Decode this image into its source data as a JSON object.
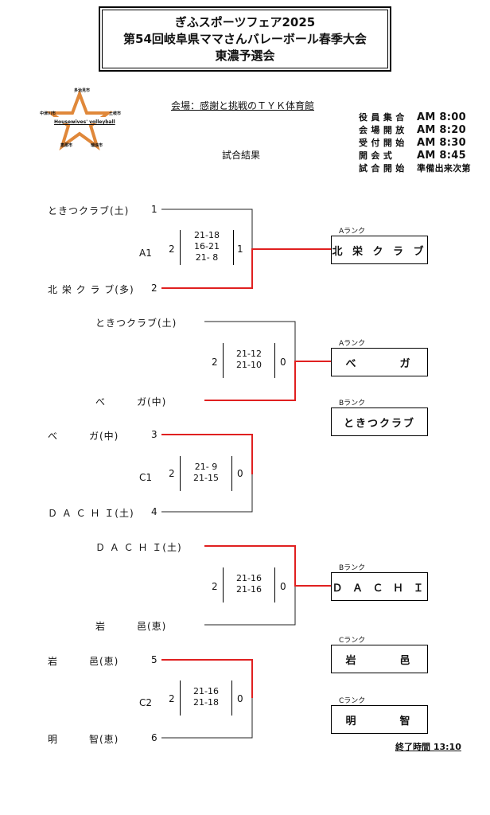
{
  "header": {
    "line1": "ぎふスポーツフェア2025",
    "line2": "第54回岐阜県ママさんバレーボール春季大会",
    "line3": "東濃予選会"
  },
  "logo": {
    "top": "多治見市",
    "left": "中津川市",
    "right": "土岐市",
    "bottom_left": "恵那市",
    "bottom_right": "瑞浪市",
    "banner": "Housewives' volleyball",
    "colors": {
      "star": "#e0883a"
    }
  },
  "venue": "会場：感謝と挑戦のＴＹＫ体育館",
  "result_title": "試合結果",
  "schedule": [
    {
      "label": "役 員 集 合",
      "value": "AM 8:00"
    },
    {
      "label": "会 場 開 放",
      "value": "AM 8:20"
    },
    {
      "label": "受 付 開 始",
      "value": "AM 8:30"
    },
    {
      "label": "開 会 式",
      "value": "AM 8:45"
    },
    {
      "label": "試 合 開 始",
      "value": "準備出来次第"
    }
  ],
  "matches": [
    {
      "code": "A1",
      "top_team": "ときつクラブ(土)",
      "top_no": "1",
      "bottom_team": "北 栄 ク ラ ブ(多)",
      "bottom_no": "2",
      "left_sets": "2",
      "right_sets": "1",
      "sets": [
        "21-18",
        "16-21",
        "21- 8"
      ]
    },
    {
      "code": "",
      "top_team": "ときつクラブ(土)",
      "top_no": "",
      "bottom_team": "べ　　　ガ(中)",
      "bottom_no": "",
      "left_sets": "2",
      "right_sets": "0",
      "sets": [
        "21-12",
        "21-10"
      ]
    },
    {
      "code": "C1",
      "top_team": "べ　　　ガ(中)",
      "top_no": "3",
      "bottom_team": "Ｄ Ａ Ｃ Ｈ Ｉ(土)",
      "bottom_no": "4",
      "left_sets": "2",
      "right_sets": "0",
      "sets": [
        "21- 9",
        "21-15"
      ]
    },
    {
      "code": "",
      "top_team": "Ｄ Ａ Ｃ Ｈ Ｉ(土)",
      "top_no": "",
      "bottom_team": "岩　　　邑(恵)",
      "bottom_no": "",
      "left_sets": "2",
      "right_sets": "0",
      "sets": [
        "21-16",
        "21-16"
      ]
    },
    {
      "code": "C2",
      "top_team": "岩　　　邑(恵)",
      "top_no": "5",
      "bottom_team": "明　　　智(恵)",
      "bottom_no": "6",
      "left_sets": "2",
      "right_sets": "0",
      "sets": [
        "21-16",
        "21-18"
      ]
    }
  ],
  "ranks": [
    {
      "label": "Aランク",
      "team": "北 栄 ク ラ ブ"
    },
    {
      "label": "Aランク",
      "team": "べ　　　ガ"
    },
    {
      "label": "Bランク",
      "team": "ときつクラブ"
    },
    {
      "label": "Bランク",
      "team": "Ｄ Ａ Ｃ Ｈ Ｉ"
    },
    {
      "label": "Cランク",
      "team": "岩　　　邑"
    },
    {
      "label": "Cランク",
      "team": "明　　　智"
    }
  ],
  "end_time": "終了時間 13:10",
  "colors": {
    "winner_line": "#e02020",
    "line": "#222222"
  }
}
